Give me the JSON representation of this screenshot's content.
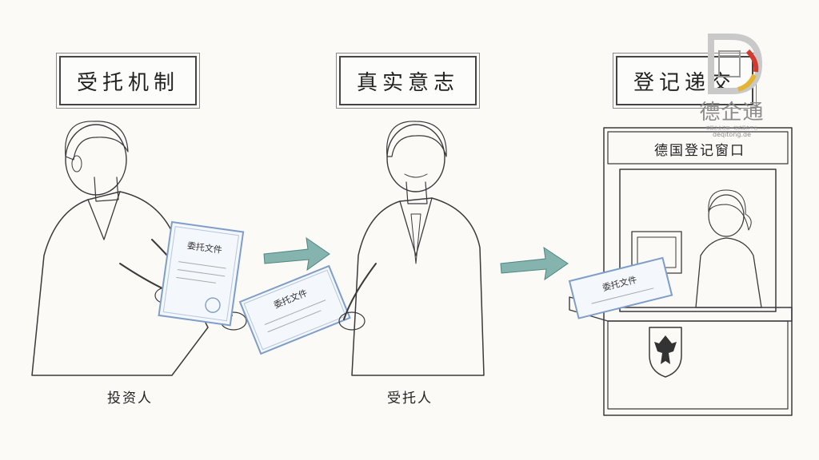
{
  "steps": [
    {
      "title": "受托机制",
      "caption": "投资人"
    },
    {
      "title": "真实意志",
      "caption": "受托人"
    },
    {
      "title": "登记递交",
      "caption": ""
    }
  ],
  "document_label": "委托文件",
  "counter_sign": "德国登记窗口",
  "logo": {
    "brand": "德企通",
    "tagline": "德国企业注册一站式服务平台",
    "url": "deqitong.de",
    "letter": "D"
  },
  "colors": {
    "arrow": "#6fa7a0",
    "suit_tan": "#d9bf9a",
    "logo_red": "#d23b2e",
    "logo_gold": "#e5b531",
    "logo_gray": "#8c8c8c"
  }
}
